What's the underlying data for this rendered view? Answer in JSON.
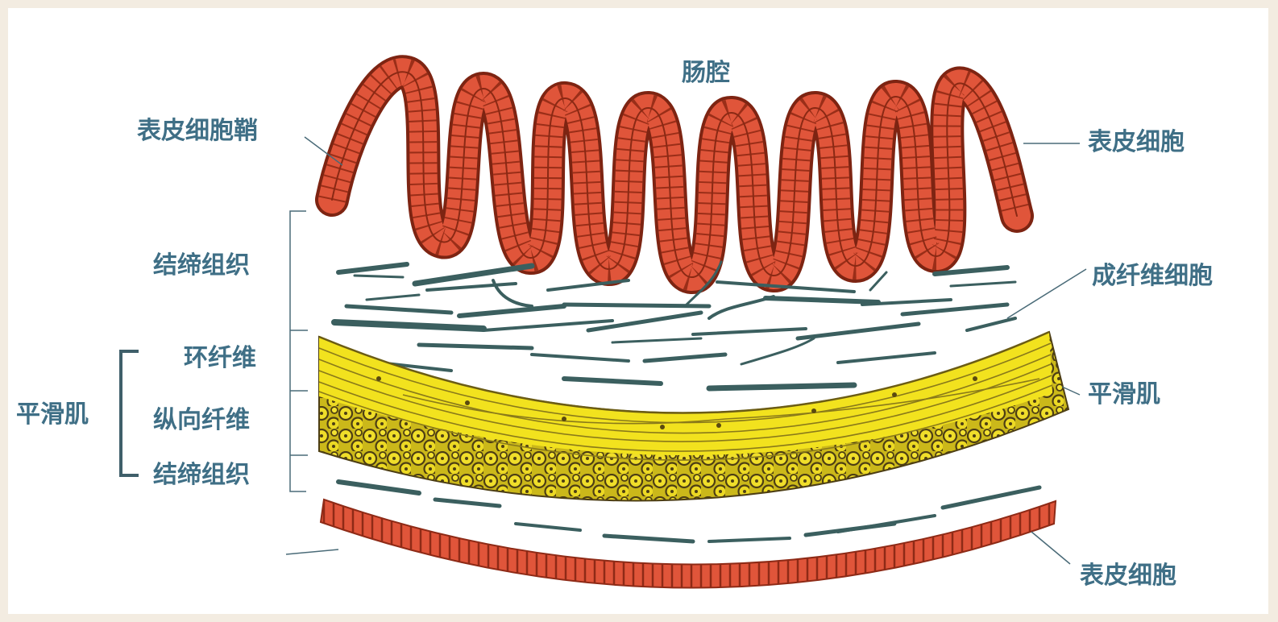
{
  "title": "肠腔",
  "labels": {
    "epidermal_cell_sheath": "表皮细胞鞘",
    "epidermal_cells_top": "表皮细胞",
    "connective_tissue_top": "结缔组织",
    "fibroblast": "成纤维细胞",
    "circular_fibers": "环纤维",
    "smooth_muscle_left": "平滑肌",
    "longitudinal_fibers": "纵向纤维",
    "smooth_muscle_right": "平滑肌",
    "connective_tissue_bottom": "结缔组织",
    "epidermal_cells_bottom": "表皮细胞"
  },
  "colors": {
    "epithelium": "#e0553a",
    "epithelium_dark": "#8e2a16",
    "fibers": "#3b5f5f",
    "circular_muscle": "#f2e21e",
    "longitudinal_muscle": "#d4c21a",
    "label": "#3f6f86"
  }
}
